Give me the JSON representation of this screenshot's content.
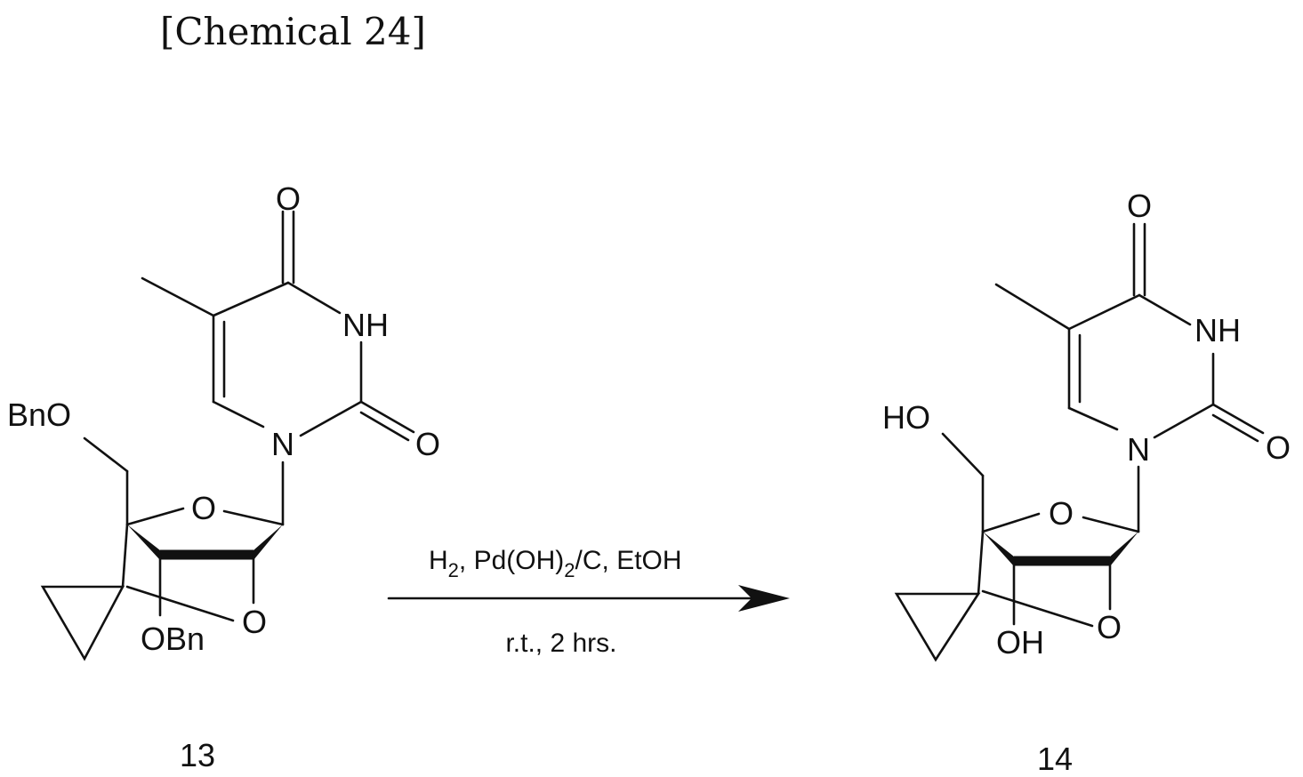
{
  "title": "[Chemical 24]",
  "compounds": [
    {
      "number": "13",
      "labels": {
        "o4": "O",
        "nh": "NH",
        "o2": "O",
        "n1": "N",
        "ring_o": "O",
        "bridge_o": "O",
        "oxy5": "BnO",
        "oxy3": "OBn"
      }
    },
    {
      "number": "14",
      "labels": {
        "o4": "O",
        "nh": "NH",
        "o2": "O",
        "n1": "N",
        "ring_o": "O",
        "bridge_o": "O",
        "oxy5": "HO",
        "oxy3": "OH"
      }
    }
  ],
  "reaction": {
    "reagents": {
      "h": "H",
      "h_sub": "2",
      "pd": ", Pd(OH)",
      "pd_sub": "2",
      "rest": "/C, EtOH"
    },
    "conditions": "r.t., 2 hrs."
  }
}
